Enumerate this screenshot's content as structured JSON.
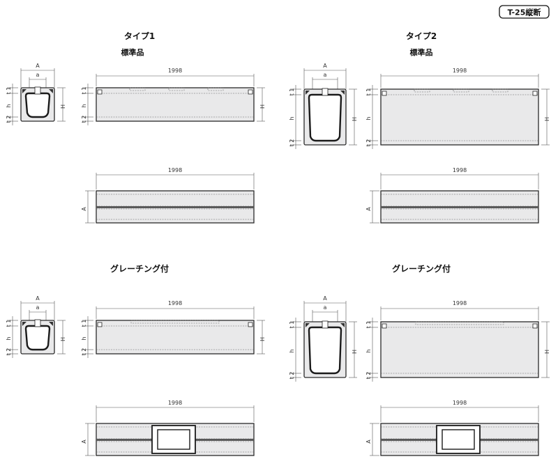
{
  "code_label": "T-25縦断",
  "panels": [
    {
      "title": "タイプ1",
      "subtitle": "標準品",
      "labels": {
        "A": "A",
        "a": "a",
        "t1": "t 1",
        "h": "h",
        "t2": "t 2",
        "H": "H",
        "length": "1998"
      }
    },
    {
      "title": "タイプ2",
      "subtitle": "標準品",
      "labels": {
        "A": "A",
        "a": "a",
        "t1": "t 1",
        "h": "h",
        "t2": "t 2",
        "H": "H",
        "length": "1998"
      }
    },
    {
      "title": "グレーチング付",
      "subtitle": "",
      "labels": {
        "A": "A",
        "a": "a",
        "t1": "t 1",
        "h": "h",
        "t2": "t 2",
        "H": "H",
        "length": "1998"
      }
    },
    {
      "title": "グレーチング付",
      "subtitle": "",
      "labels": {
        "A": "A",
        "a": "a",
        "t1": "t 1",
        "h": "h",
        "t2": "t 2",
        "H": "H",
        "length": "1998"
      }
    }
  ]
}
